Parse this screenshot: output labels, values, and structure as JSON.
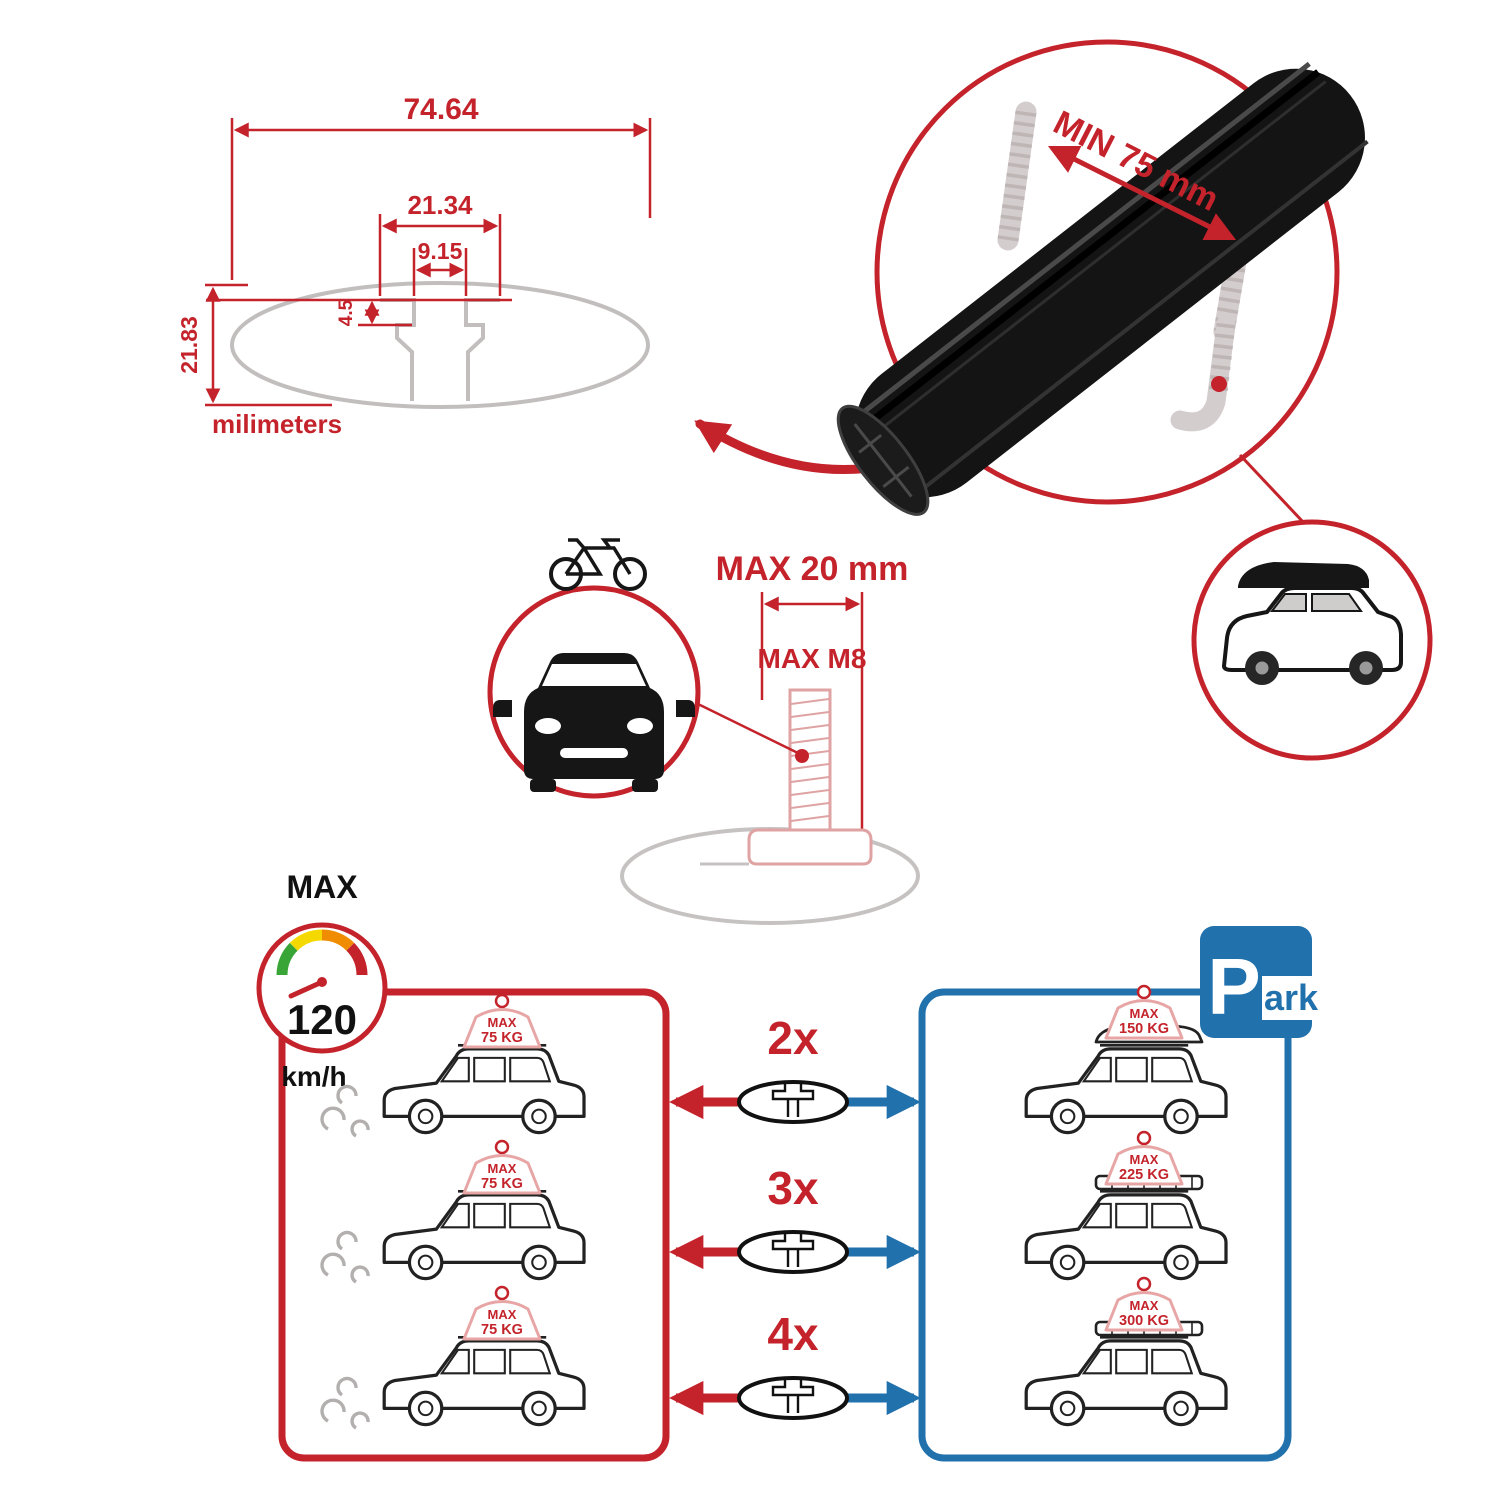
{
  "profile_dimensions": {
    "total_width": "74.64",
    "channel_width": "21.34",
    "slot_width": "9.15",
    "slot_depth": "4.5",
    "total_height": "21.83",
    "units": "milimeters"
  },
  "crossbar": {
    "min_clamp_span": "MIN 75 mm"
  },
  "bolt": {
    "max_length": "MAX 20 mm",
    "max_thread": "MAX M8"
  },
  "speed": {
    "label": "MAX",
    "value": "120",
    "units": "km/h"
  },
  "park_sign": {
    "p": "P",
    "ark": "ark"
  },
  "loads": {
    "counts": [
      "2x",
      "3x",
      "4x"
    ],
    "moving": [
      {
        "label": "MAX",
        "weight": "75 KG"
      },
      {
        "label": "MAX",
        "weight": "75 KG"
      },
      {
        "label": "MAX",
        "weight": "75 KG"
      }
    ],
    "parked": [
      {
        "label": "MAX",
        "weight": "150 KG"
      },
      {
        "label": "MAX",
        "weight": "225 KG"
      },
      {
        "label": "MAX",
        "weight": "300 KG"
      }
    ]
  },
  "colors": {
    "accent_red": "#c4232b",
    "accent_blue": "#2171ad"
  }
}
